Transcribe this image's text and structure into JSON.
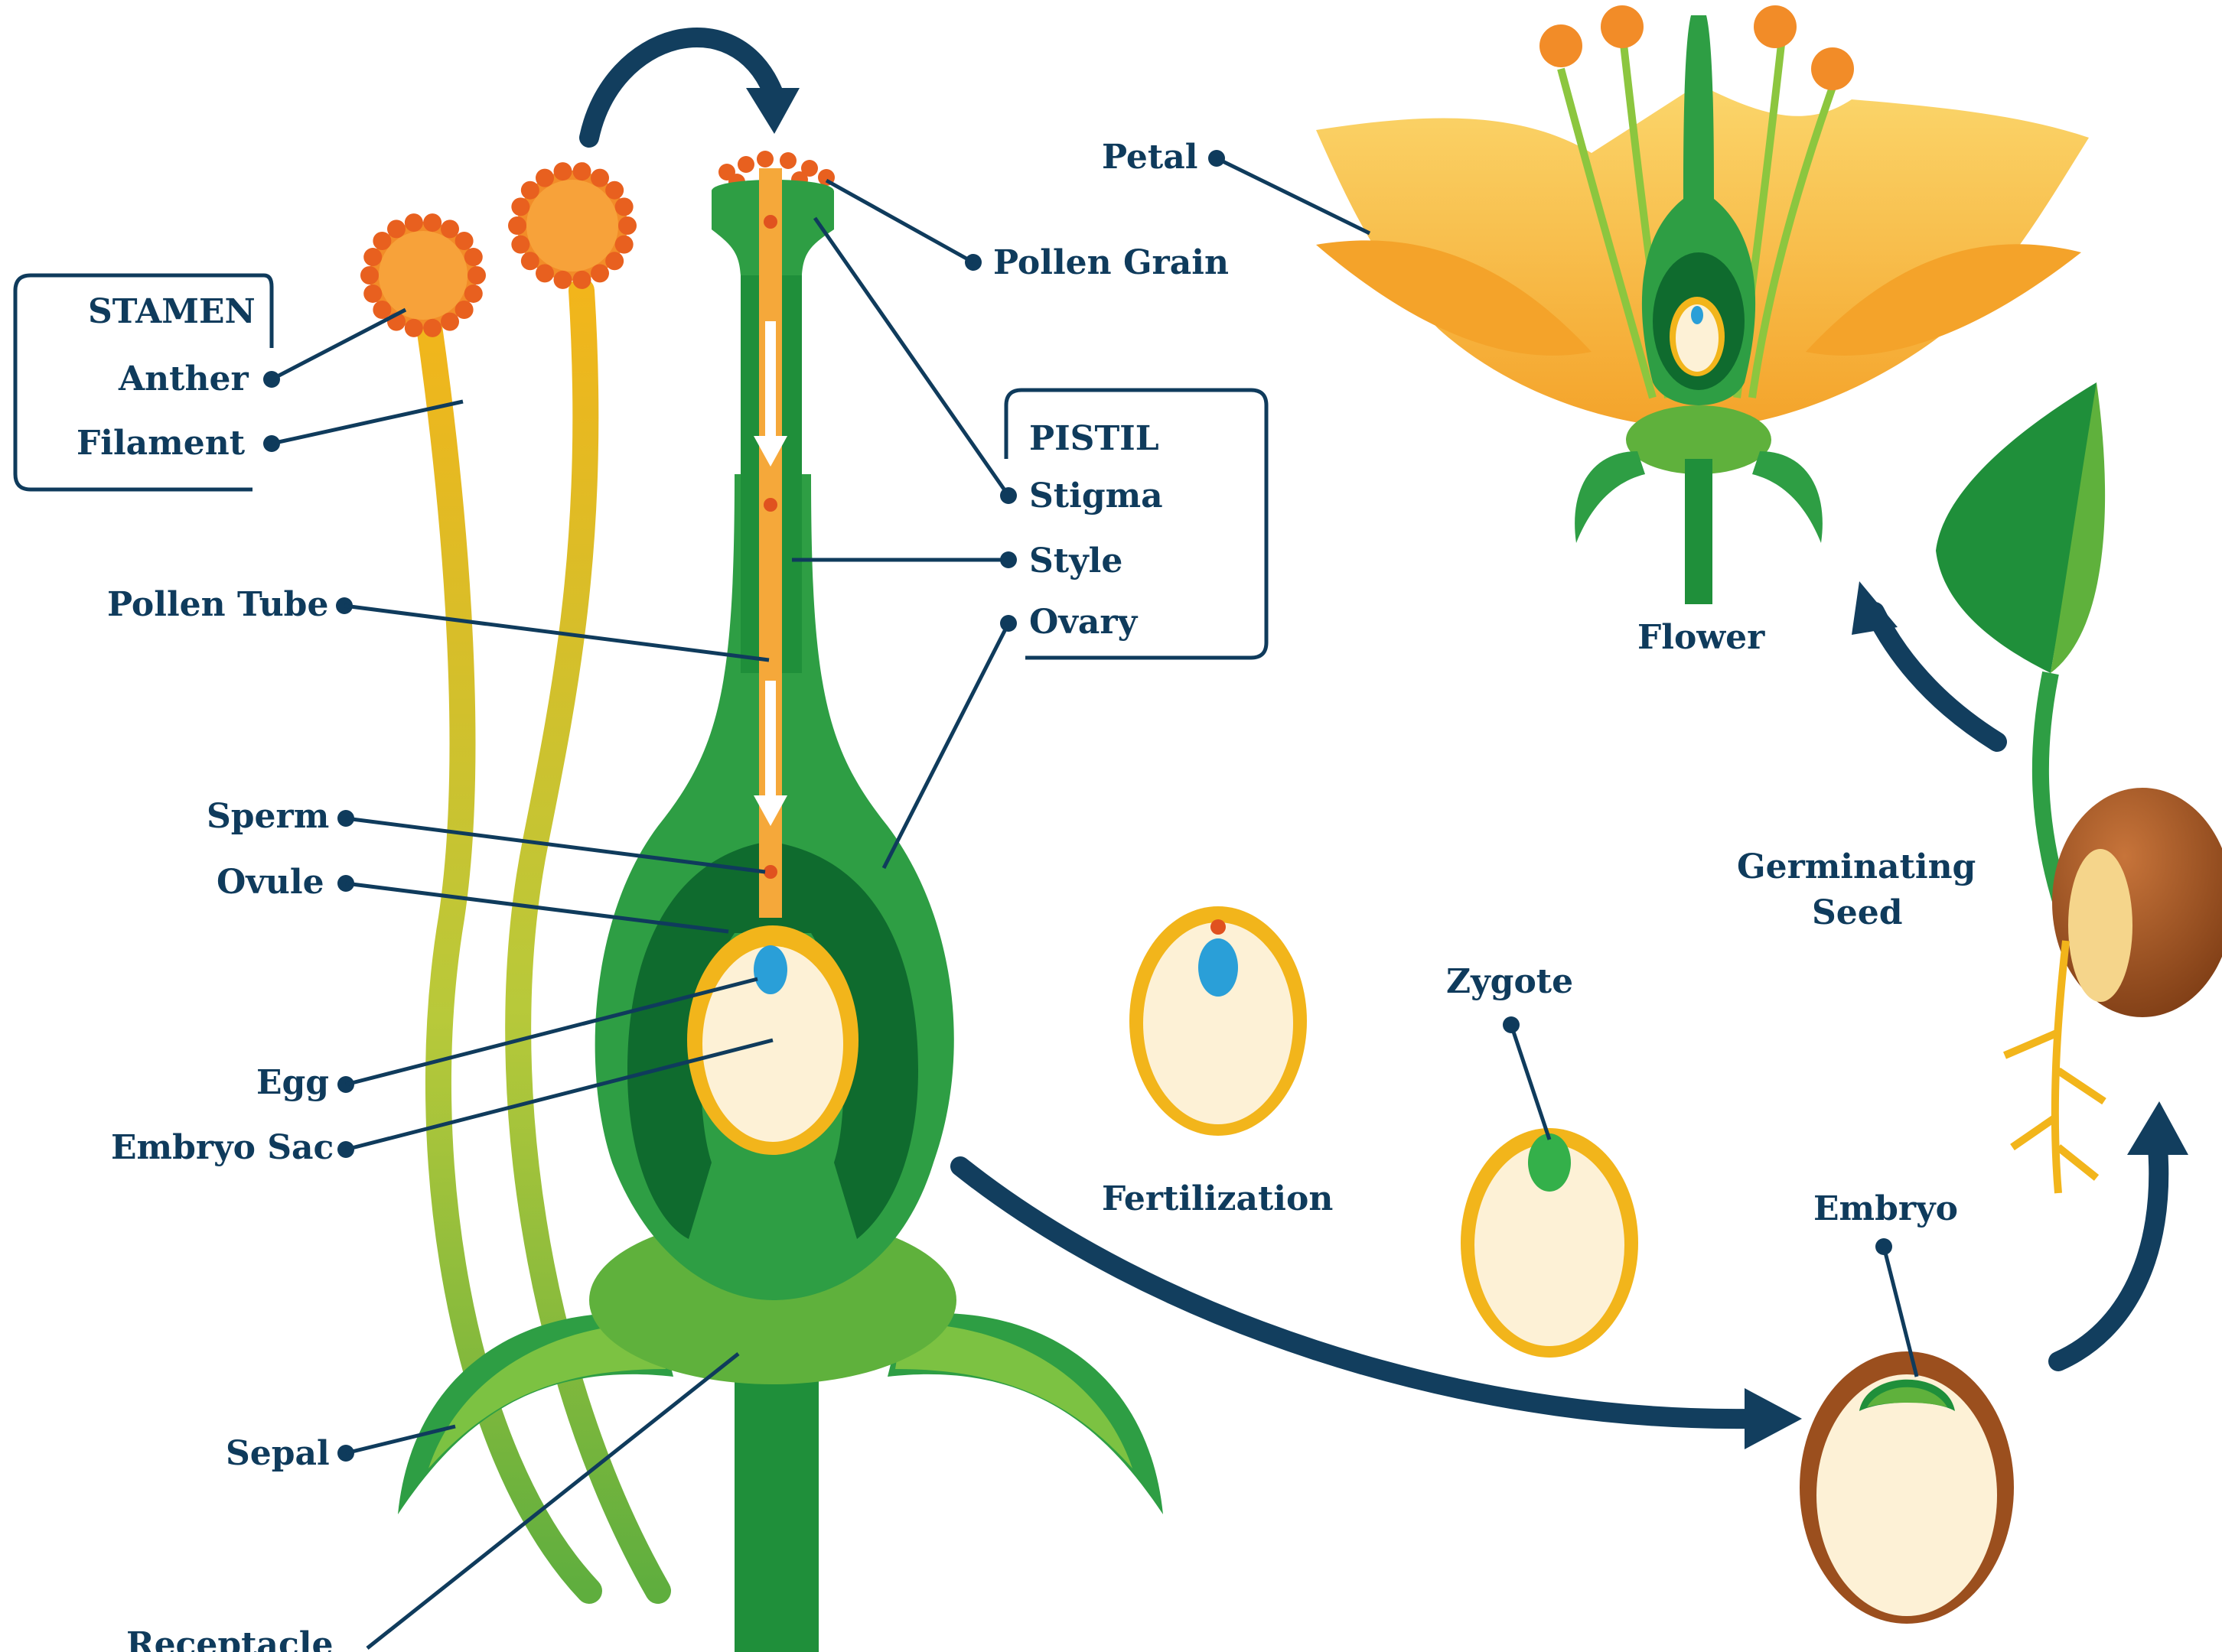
{
  "labels": {
    "stamen": "STAMEN",
    "anther": "Anther",
    "filament": "Filament",
    "pistil": "PISTIL",
    "stigma": "Stigma",
    "style": "Style",
    "ovary": "Ovary",
    "pollen_grain": "Pollen Grain",
    "pollen_tube": "Pollen Tube",
    "sperm": "Sperm",
    "ovule": "Ovule",
    "egg": "Egg",
    "embryo_sac": "Embryo Sac",
    "sepal": "Sepal",
    "receptacle": "Receptacle",
    "petal": "Petal",
    "flower": "Flower",
    "germinating_seed_line1": "Germinating",
    "germinating_seed_line2": "Seed",
    "zygote": "Zygote",
    "fertilization": "Fertilization",
    "embryo": "Embryo"
  },
  "colors": {
    "label_navy": "#0f3b5c",
    "stem_green": "#1f8f3a",
    "light_green": "#7cc242",
    "dark_green": "#0f6b2e",
    "pollen_orange": "#f28c28",
    "ovule_yellow": "#f2b51b",
    "sac_cream": "#fdf1d6",
    "egg_blue": "#2a9fd8",
    "seed_brown": "#9b4f1e"
  }
}
